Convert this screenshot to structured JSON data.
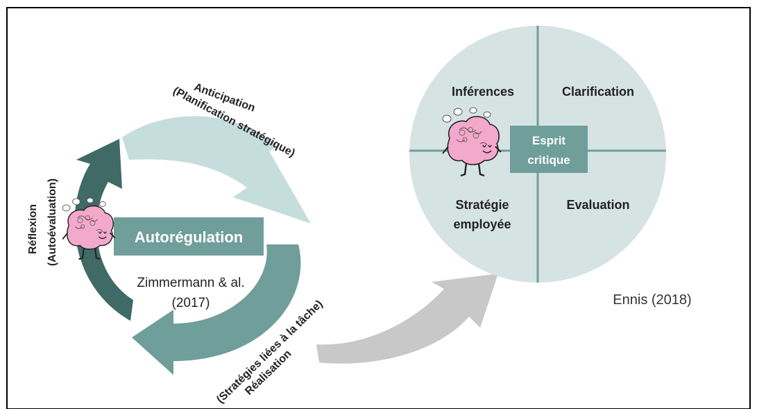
{
  "cycle": {
    "center_label": "Autorégulation",
    "citation_line1": "Zimmermann & al.",
    "citation_line2": "(2017)",
    "anticipation_line1": "Anticipation",
    "anticipation_line2": "(Planification stratégique)",
    "realisation_line1": "Réalisation",
    "realisation_line2": "(Stratégies liées à la tâche)",
    "reflexion_line1": "Réflexion",
    "reflexion_line2": "(Autoévaluation)"
  },
  "critical_thinking": {
    "center_line1": "Esprit",
    "center_line2": "critique",
    "q_top_left": "Inférences",
    "q_top_right": "Clarification",
    "q_bottom_left_line1": "Stratégie",
    "q_bottom_left_line2": "employée",
    "q_bottom_right": "Evaluation",
    "citation": "Ennis (2018)"
  },
  "colors": {
    "light_teal": "#c5dddc",
    "mid_teal": "#6f9e9b",
    "dark_teal": "#3f6a66",
    "circle_fill": "#d5e4e3",
    "grey_arrow": "#c8c8c8",
    "brain_pink": "#f2a9cc"
  }
}
